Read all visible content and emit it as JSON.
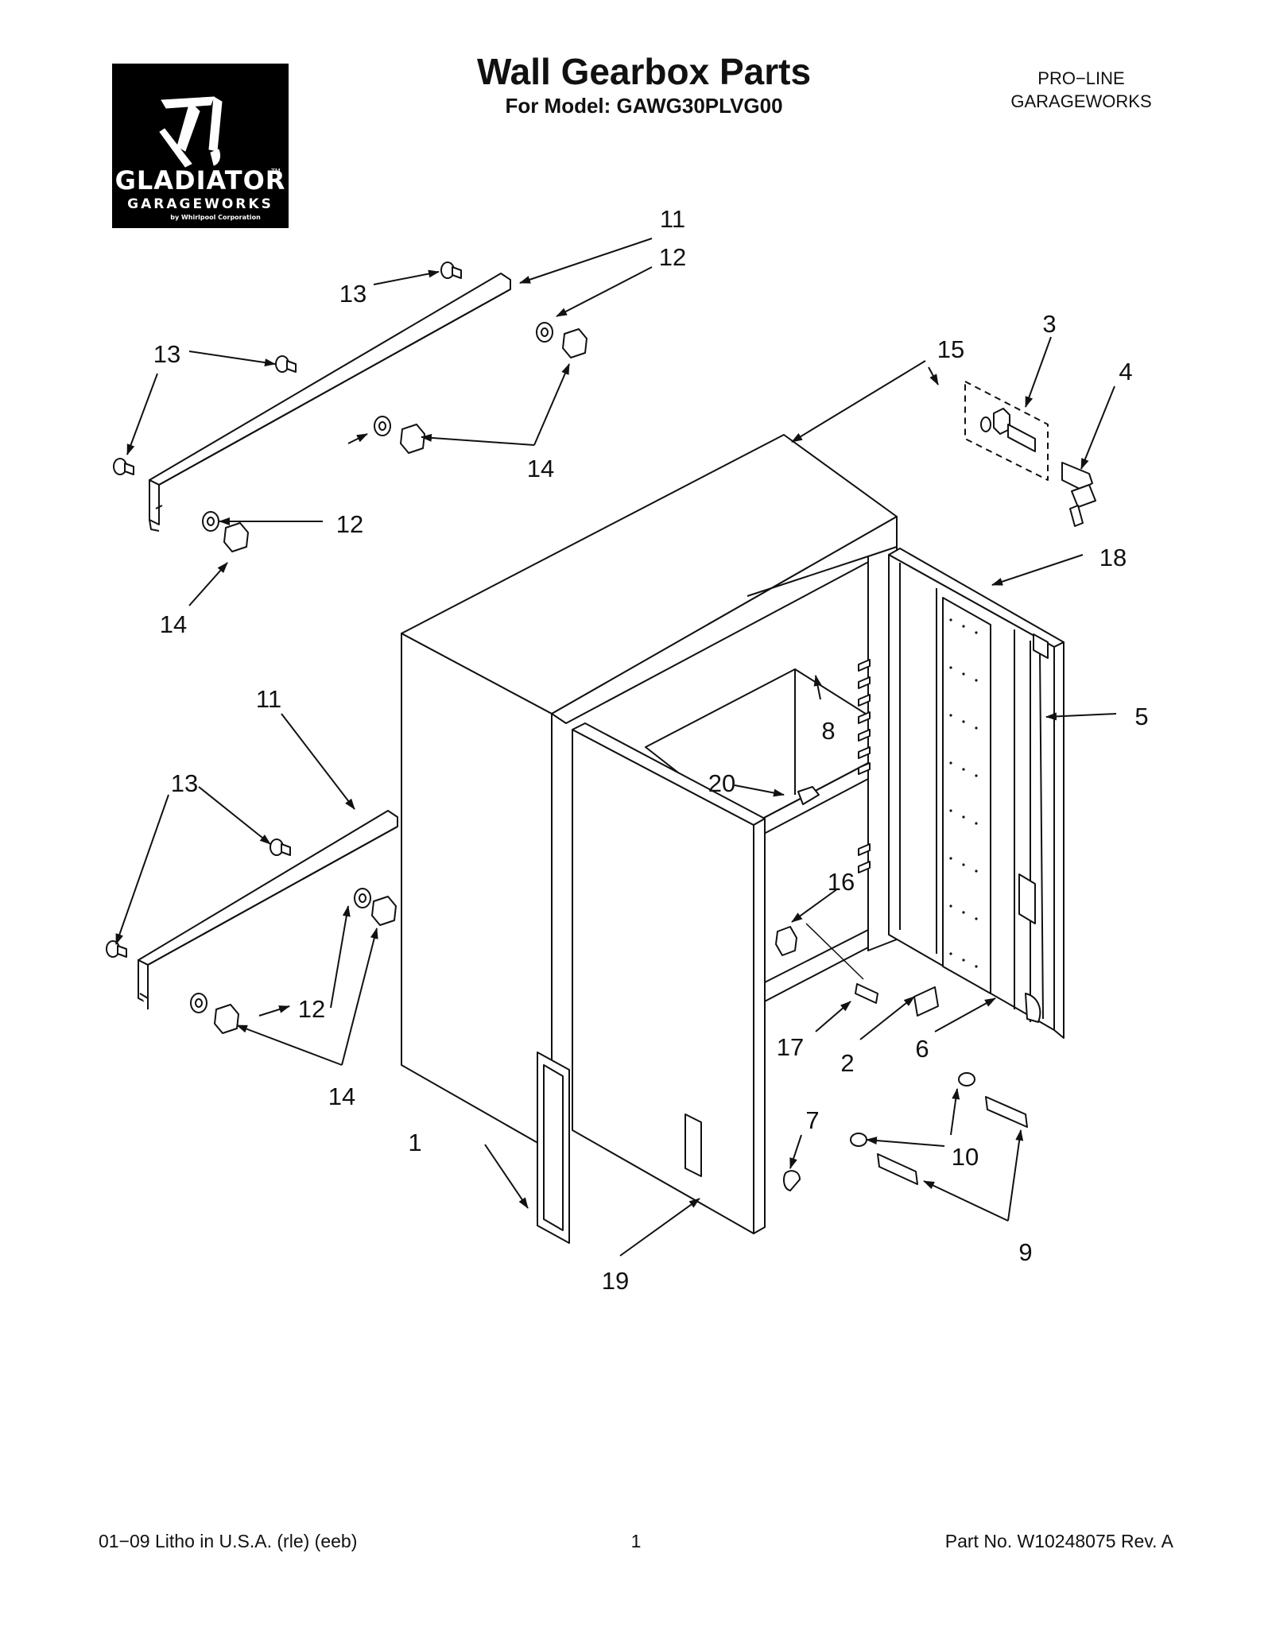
{
  "header": {
    "title": "Wall Gearbox Parts",
    "model_line": "For Model: GAWG30PLVG00",
    "brand_line1": "PRO−LINE",
    "brand_line2": "GARAGEWORKS"
  },
  "logo": {
    "name": "GLADIATOR",
    "sub": "GARAGEWORKS",
    "tagline": "by Whirlpool Corporation",
    "tm": "TM"
  },
  "callouts": {
    "c1": "1",
    "c2": "2",
    "c3": "3",
    "c4": "4",
    "c5": "5",
    "c6": "6",
    "c7": "7",
    "c8": "8",
    "c9": "9",
    "c10": "10",
    "c11": "11",
    "c12": "12",
    "c13": "13",
    "c14": "14",
    "c15": "15",
    "c16": "16",
    "c17": "17",
    "c18": "18",
    "c19": "19",
    "c20": "20"
  },
  "footer": {
    "left": "01−09 Litho in U.S.A. (rle) (eeb)",
    "center": "1",
    "right": "Part No. W10248075 Rev. A"
  }
}
